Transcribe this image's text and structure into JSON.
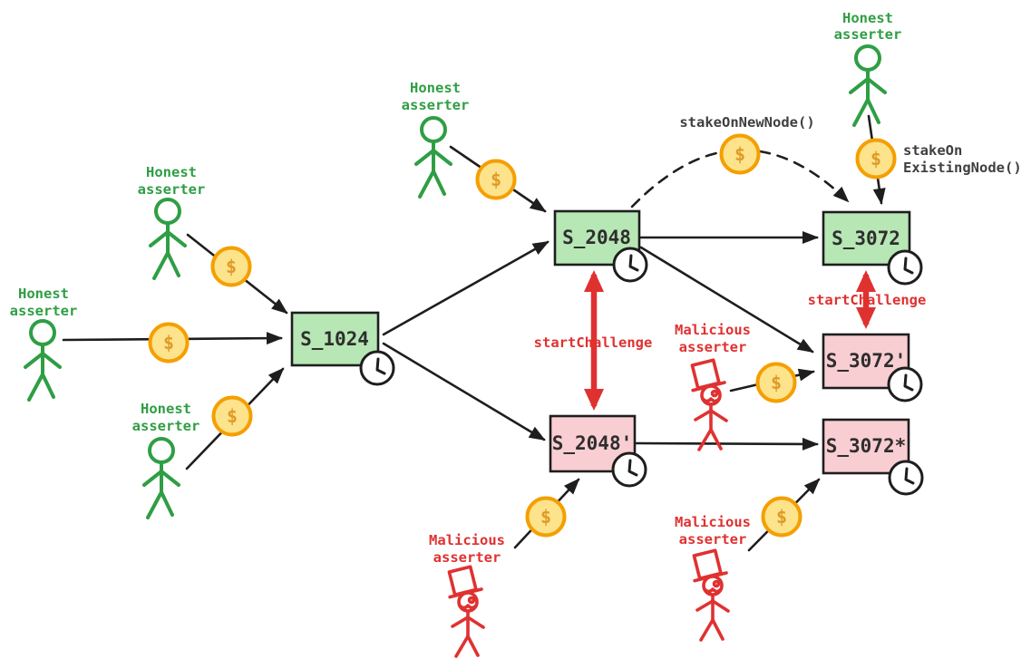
{
  "colors": {
    "background": "#ffffff",
    "honest": "#2f9e44",
    "malicious": "#e03131",
    "node_valid_fill": "#b7e7b4",
    "node_invalid_fill": "#f9ced3",
    "node_border": "#1e1e1e",
    "node_text": "#2e2e2e",
    "edge": "#1e1e1e",
    "coin_fill": "#fce38c",
    "coin_border": "#f59f00",
    "coin_symbol": "#df9a26",
    "stake_label": "#3f3f3f",
    "clock_face": "#ffffff"
  },
  "nodes": [
    {
      "label": "S_1024",
      "status": "valid"
    },
    {
      "label": "S_2048",
      "status": "valid"
    },
    {
      "label": "S_2048'",
      "status": "invalid"
    },
    {
      "label": "S_3072",
      "status": "valid"
    },
    {
      "label": "S_3072'",
      "status": "invalid"
    },
    {
      "label": "S_3072*",
      "status": "invalid"
    }
  ],
  "actors": {
    "honest": {
      "line1": "Honest",
      "line2": "asserter",
      "count": 5
    },
    "malicious": {
      "line1": "Malicious",
      "line2": "asserter",
      "count": 3
    }
  },
  "coin": {
    "symbol": "$",
    "count": 9
  },
  "edge_labels": {
    "start_challenge": "startChallenge",
    "stake_on_new_node": "stakeOnNewNode()",
    "stake_on_existing_1": "stakeOn",
    "stake_on_existing_2": "ExistingNode()"
  }
}
